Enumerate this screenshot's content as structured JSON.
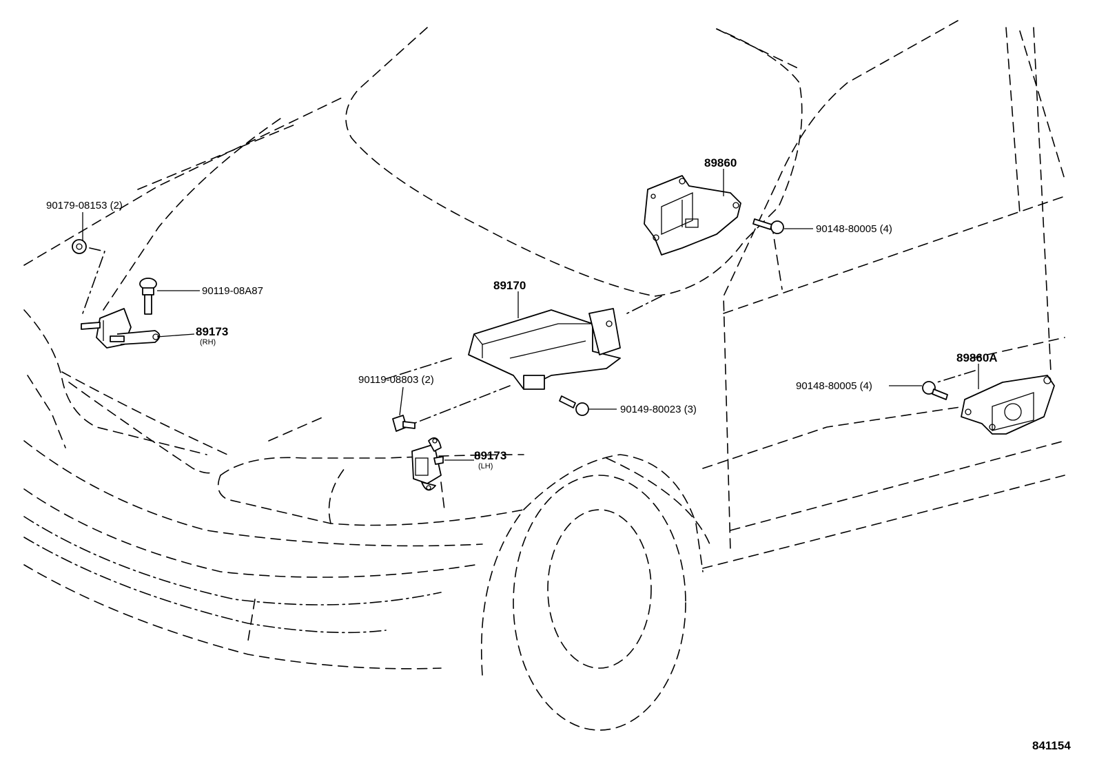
{
  "diagram": {
    "figure_number": "841154",
    "parts": [
      {
        "id": "ecu",
        "number": "89170"
      },
      {
        "id": "sensor-front-rh",
        "number": "89173",
        "side": "(RH)"
      },
      {
        "id": "sensor-front-lh",
        "number": "89173",
        "side": "(LH)"
      },
      {
        "id": "sensor-side-upper",
        "number": "89860"
      },
      {
        "id": "sensor-side-lower",
        "number": "89860A"
      }
    ],
    "fasteners": [
      {
        "id": "nut-rh",
        "number": "90179-08153 (2)"
      },
      {
        "id": "bolt-rh",
        "number": "90119-08A87"
      },
      {
        "id": "bolt-lh",
        "number": "90119-08803 (2)"
      },
      {
        "id": "bolt-ecu",
        "number": "90149-80023 (3)"
      },
      {
        "id": "bolt-upper",
        "number": "90148-80005 (4)"
      },
      {
        "id": "bolt-lower",
        "number": "90148-80005 (4)"
      }
    ]
  }
}
